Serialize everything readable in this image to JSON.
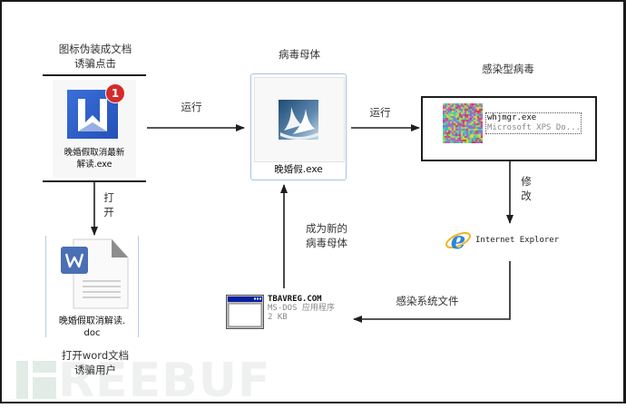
{
  "diagram": {
    "stages": {
      "disguise": {
        "caption": [
          "图标伪装成文档",
          "诱骗点击"
        ],
        "file_name": [
          "晚婚假取消最新",
          "解读.exe"
        ],
        "badge": "1",
        "icon": "wps-word-icon"
      },
      "decoy_doc": {
        "caption": [
          "打开word文档",
          "诱骗用户"
        ],
        "file_name": [
          "晚婚假取消解读.",
          "doc"
        ],
        "icon": "word-document-icon"
      },
      "mother_virus": {
        "caption": "病毒母体",
        "file_name": "晚婚假.exe",
        "icon": "executable-icon"
      },
      "infected_virus": {
        "caption": "感染型病毒",
        "file_name": "whjmgr.exe",
        "file_desc": "Microsoft XPS Do...",
        "icon": "noise-icon"
      },
      "browser": {
        "label": "Internet Explorer",
        "icon": "internet-explorer-icon"
      },
      "system_file": {
        "file_name": "TBAVREG.COM",
        "file_type": "MS-DOS 应用程序",
        "file_size": "2 KB",
        "icon": "dos-window-icon"
      }
    },
    "edges": {
      "run_1": "运行",
      "run_2": "运行",
      "open": [
        "打",
        "开"
      ],
      "modify": [
        "修",
        "改"
      ],
      "infect_system_files": "感染系统文件",
      "become_new_mother": [
        "成为新的",
        "病毒母体"
      ]
    },
    "watermark": "REEBUF",
    "colors": {
      "line": "#1e1e1e",
      "wps_blue": "#2f62c9",
      "badge_red": "#d42b2b",
      "doc_badge_blue": "#4a6fb5",
      "dos_titlebar": "#0a1f9e"
    }
  }
}
